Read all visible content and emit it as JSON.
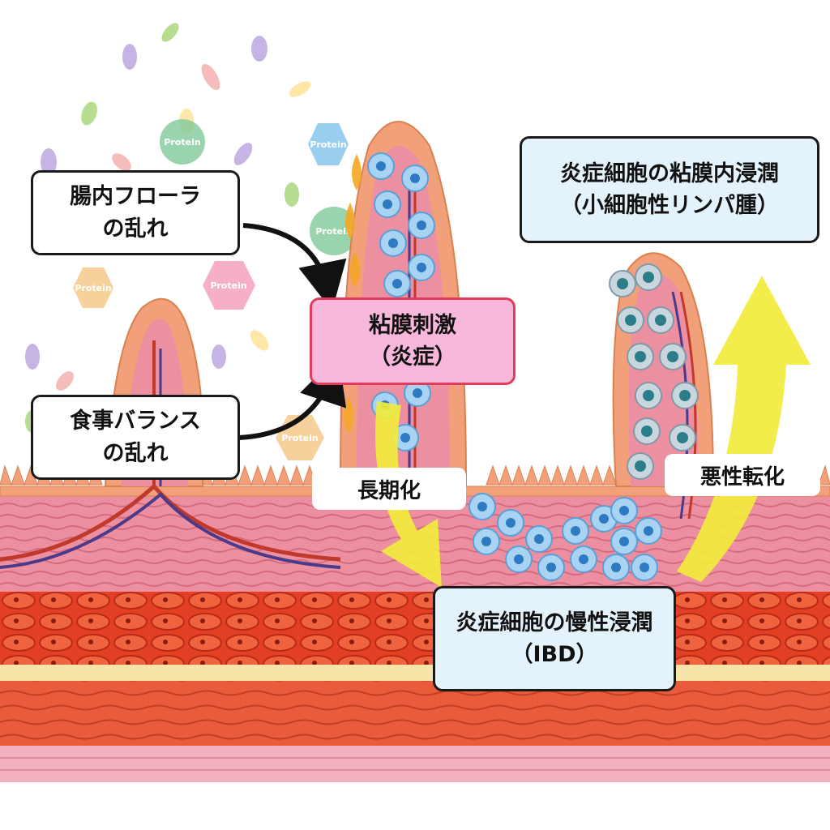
{
  "labels": {
    "flora": [
      "腸内フローラ",
      "の乱れ"
    ],
    "diet": [
      "食事バランス",
      "の乱れ"
    ],
    "stimulus": [
      "粘膜刺激",
      "（炎症）"
    ],
    "chronic": "長期化",
    "chronic_infiltration": [
      "炎症細胞の慢性浸潤",
      "（IBD）"
    ],
    "malignant": "悪性転化",
    "mucosal_infiltration": [
      "炎症細胞の粘膜内浸潤",
      "（小細胞性リンパ腫）"
    ]
  },
  "protein_tag": "Protein",
  "colors": {
    "muscle": "#e9899a",
    "muscle_dark": "#d86a7d",
    "villus_edge": "#f2a07a",
    "submucosa": "#e84a2e",
    "fat_band": "#f6e3a8",
    "arrow_yellow": "#f2ec3c",
    "pink_box": "#f7b8dc",
    "pink_border": "#e23b5e",
    "blue_box": "#e3f2fb",
    "cell_blue": "#5aa0d8",
    "cell_dark": "#2c7d8a"
  }
}
